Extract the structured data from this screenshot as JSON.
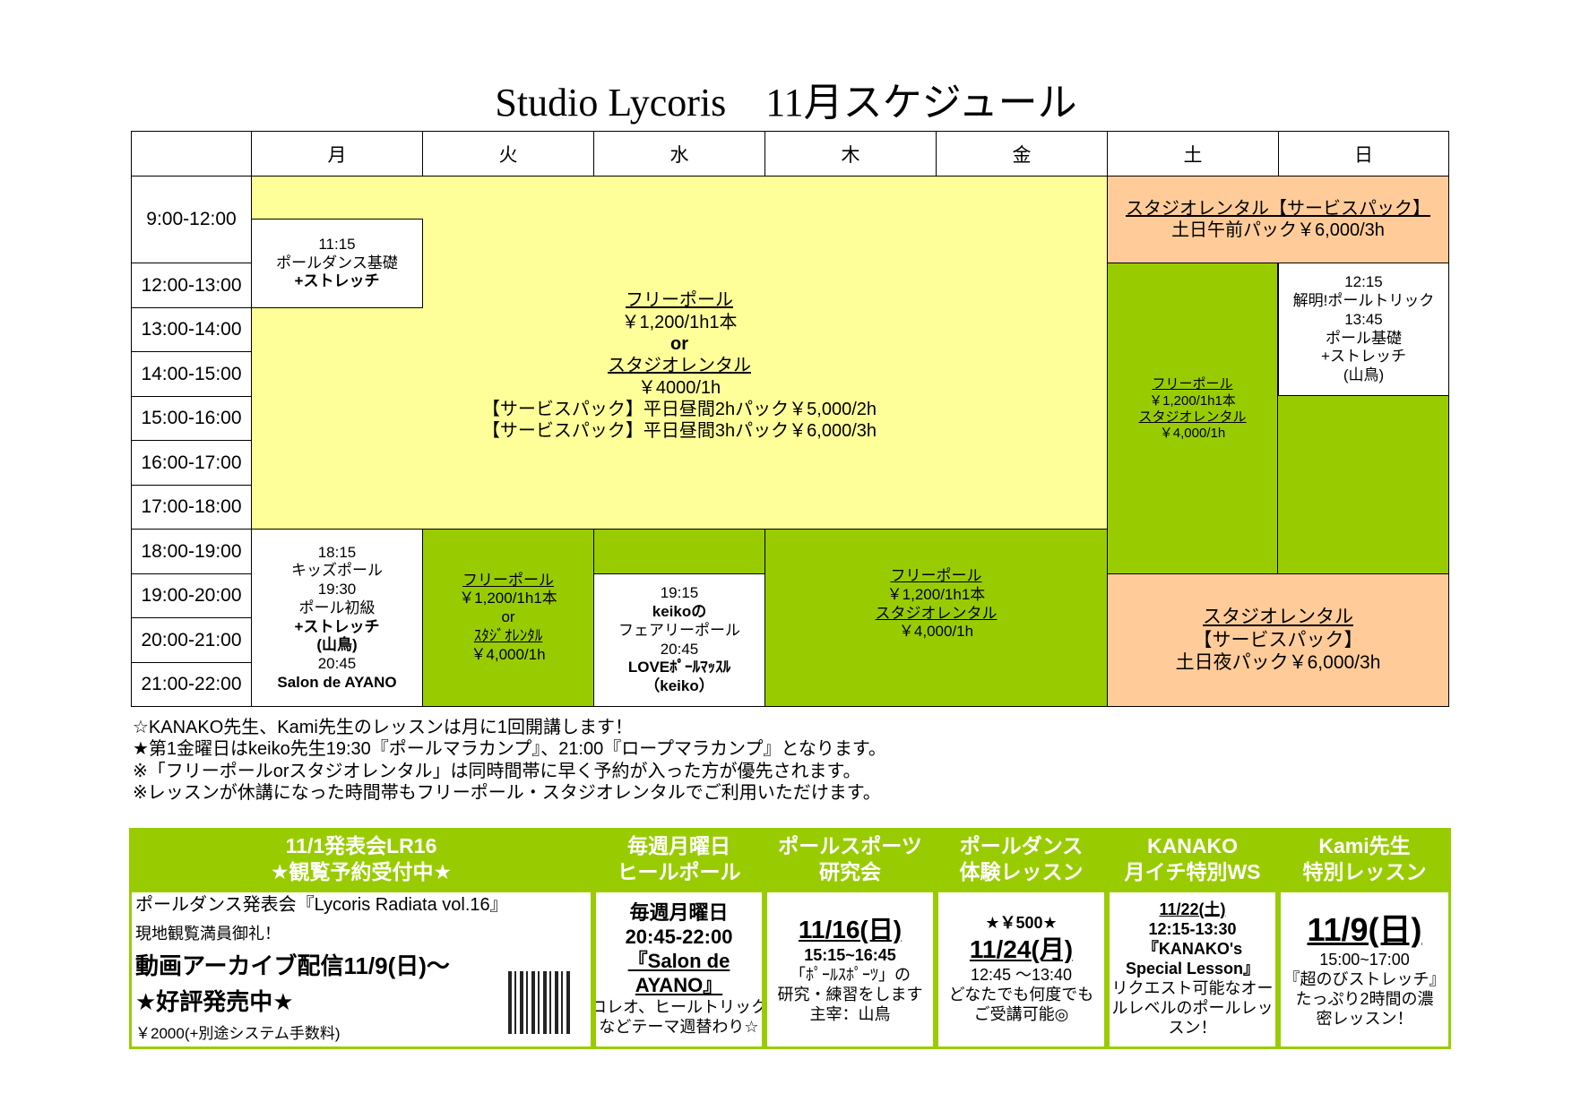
{
  "title": "Studio Lycoris　11月スケジュール",
  "colors": {
    "green": "#99cc00",
    "yellow": "#ffff99",
    "orange": "#ffcc99"
  },
  "days": [
    "月",
    "火",
    "水",
    "木",
    "金",
    "土",
    "日"
  ],
  "times": [
    "9:00-12:00",
    "12:00-13:00",
    "13:00-14:00",
    "14:00-15:00",
    "15:00-16:00",
    "16:00-17:00",
    "17:00-18:00",
    "18:00-19:00",
    "19:00-20:00",
    "20:00-21:00",
    "21:00-22:00"
  ],
  "blocks": {
    "weekday_day": [
      {
        "t": "フリーポール",
        "u": true
      },
      {
        "t": "￥1,200/1h1本"
      },
      {
        "t": "or",
        "b": true
      },
      {
        "t": "スタジオレンタル",
        "u": true
      },
      {
        "t": "￥4000/1h"
      },
      {
        "t": "【サービスパック】平日昼間2hパック￥5,000/2h"
      },
      {
        "t": "【サービスパック】平日昼間3hパック￥6,000/3h"
      }
    ],
    "mon_morning": [
      {
        "t": "11:15"
      },
      {
        "t": "ポールダンス基礎"
      },
      {
        "t": "+ストレッチ",
        "b": true
      }
    ],
    "weekend_morning": [
      {
        "t": "スタジオレンタル【サービスパック】",
        "u": true
      },
      {
        "t": "土日午前パック￥6,000/3h"
      }
    ],
    "sat_day": [
      {
        "t": "フリーポール",
        "u": true
      },
      {
        "t": "￥1,200/1h1本"
      },
      {
        "t": "スタジオレンタル",
        "u": true
      },
      {
        "t": "￥4,000/1h"
      }
    ],
    "sun_day": [
      {
        "t": "12:15"
      },
      {
        "t": "解明!ポールトリック"
      },
      {
        "t": "13:45"
      },
      {
        "t": "ポール基礎"
      },
      {
        "t": "+ストレッチ"
      },
      {
        "t": "(山鳥)"
      }
    ],
    "mon_evening": [
      {
        "t": "18:15"
      },
      {
        "t": "キッズポール"
      },
      {
        "t": "19:30"
      },
      {
        "t": "ポール初級"
      },
      {
        "t": "+ストレッチ",
        "b": true
      },
      {
        "t": "(山鳥)",
        "b": true
      },
      {
        "t": "20:45"
      },
      {
        "t": "Salon de AYANO",
        "b": true
      }
    ],
    "tue_evening": [
      {
        "t": "フリーポール",
        "u": true
      },
      {
        "t": "￥1,200/1h1本"
      },
      {
        "t": "or"
      },
      {
        "t": "ｽﾀｼﾞｵﾚﾝﾀﾙ",
        "u": true
      },
      {
        "t": "￥4,000/1h"
      }
    ],
    "wed_evening": [
      {
        "t": "19:15"
      },
      {
        "t": "keikoの",
        "b": true
      },
      {
        "t": "フェアリーポール"
      },
      {
        "t": "20:45"
      },
      {
        "t": "LOVEﾎﾟｰﾙﾏｯｽﾙ",
        "b": true
      },
      {
        "t": "（keiko）",
        "b": true
      }
    ],
    "thufri_evening": [
      {
        "t": "フリーポール",
        "u": true
      },
      {
        "t": "￥1,200/1h1本"
      },
      {
        "t": "スタジオレンタル",
        "u": true
      },
      {
        "t": "￥4,000/1h"
      }
    ],
    "weekend_evening": [
      {
        "t": "スタジオレンタル",
        "u": true
      },
      {
        "t": "【サービスパック】"
      },
      {
        "t": "土日夜パック￥6,000/3h"
      }
    ]
  },
  "notes": [
    "☆KANAKO先生、Kami先生のレッスンは月に1回開講します！",
    "★第1金曜日はkeiko先生19:30『ポールマラカンプ』、21:00『ロープマラカンプ』となります。",
    "※「フリーポールorスタジオレンタル」は同時間帯に早く予約が入った方が優先されます。",
    "※レッスンが休講になった時間帯もフリーポール・スタジオレンタルでご利用いただけます。"
  ],
  "promo": [
    {
      "header": [
        "11/1発表会LR16",
        "★観覧予約受付中★"
      ],
      "body": [
        {
          "t": "ポールダンス発表会『Lycoris Radiata vol.16』"
        },
        {
          "t": "現地観覧満員御礼！"
        },
        {
          "t": "動画アーカイブ配信11/9(日)〜"
        },
        {
          "t": "★好評発売中★"
        },
        {
          "t": "￥2000(+別途システム手数料)"
        }
      ]
    },
    {
      "header": [
        "毎週月曜日",
        "ヒールポール"
      ],
      "body": [
        {
          "t": "毎週月曜日",
          "b": true
        },
        {
          "t": "20:45-22:00",
          "b": true
        },
        {
          "t": "『Salon de",
          "b": true,
          "u": true
        },
        {
          "t": "AYANO』",
          "b": true,
          "u": true
        },
        {
          "t": "コレオ、ヒールトリック"
        },
        {
          "t": "などテーマ週替わり☆"
        }
      ]
    },
    {
      "header": [
        "ポールスポーツ",
        "研究会"
      ],
      "body": [
        {
          "t": "11/16(日)",
          "d": "big"
        },
        {
          "t": "15:15~16:45",
          "b": true
        },
        {
          "t": "「ﾎﾟｰﾙｽﾎﾟｰﾂ」の"
        },
        {
          "t": "研究・練習をします"
        },
        {
          "t": "主宰：山鳥"
        }
      ]
    },
    {
      "header": [
        "ポールダンス",
        "体験レッスン"
      ],
      "body": [
        {
          "t": "★￥500★",
          "b": true
        },
        {
          "t": "11/24(月)",
          "d": "big"
        },
        {
          "t": "12:45 〜13:40"
        },
        {
          "t": "どなたでも何度でも"
        },
        {
          "t": "ご受講可能◎"
        }
      ]
    },
    {
      "header": [
        "KANAKO",
        "月イチ特別WS"
      ],
      "body": [
        {
          "t": "11/22(土)",
          "b": true,
          "u": true
        },
        {
          "t": "12:15-13:30",
          "b": true
        },
        {
          "t": "『KANAKO's",
          "b": true
        },
        {
          "t": "Special Lesson』",
          "b": true
        },
        {
          "t": "リクエスト可能なオー"
        },
        {
          "t": "ルレベルのポールレッ"
        },
        {
          "t": "スン！"
        }
      ]
    },
    {
      "header": [
        "Kami先生",
        "特別レッスン"
      ],
      "body": [
        {
          "t": "11/9(日)",
          "d": "huge"
        },
        {
          "t": "15:00~17:00"
        },
        {
          "t": "『超のびストレッチ』"
        },
        {
          "t": "たっぷり2時間の濃"
        },
        {
          "t": "密レッスン！"
        }
      ]
    }
  ]
}
